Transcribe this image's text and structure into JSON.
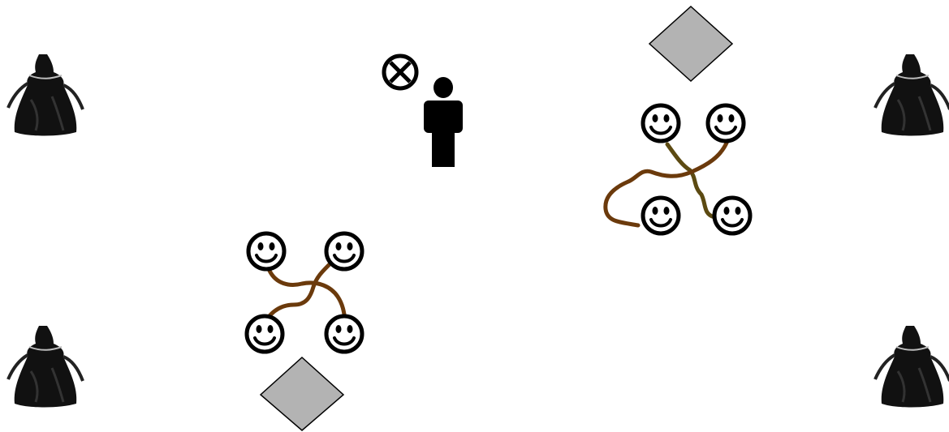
{
  "scene": {
    "background": "#ffffff",
    "diamond_color": "#b3b3b3",
    "rope_color": "#6b3a0c",
    "rope_color_alt": "#5c4a12",
    "bag_icon": "black-drawstring-bag",
    "player_icon": "person-silhouette",
    "target_icon": "circled-x",
    "face_icon": "smiley-face"
  }
}
